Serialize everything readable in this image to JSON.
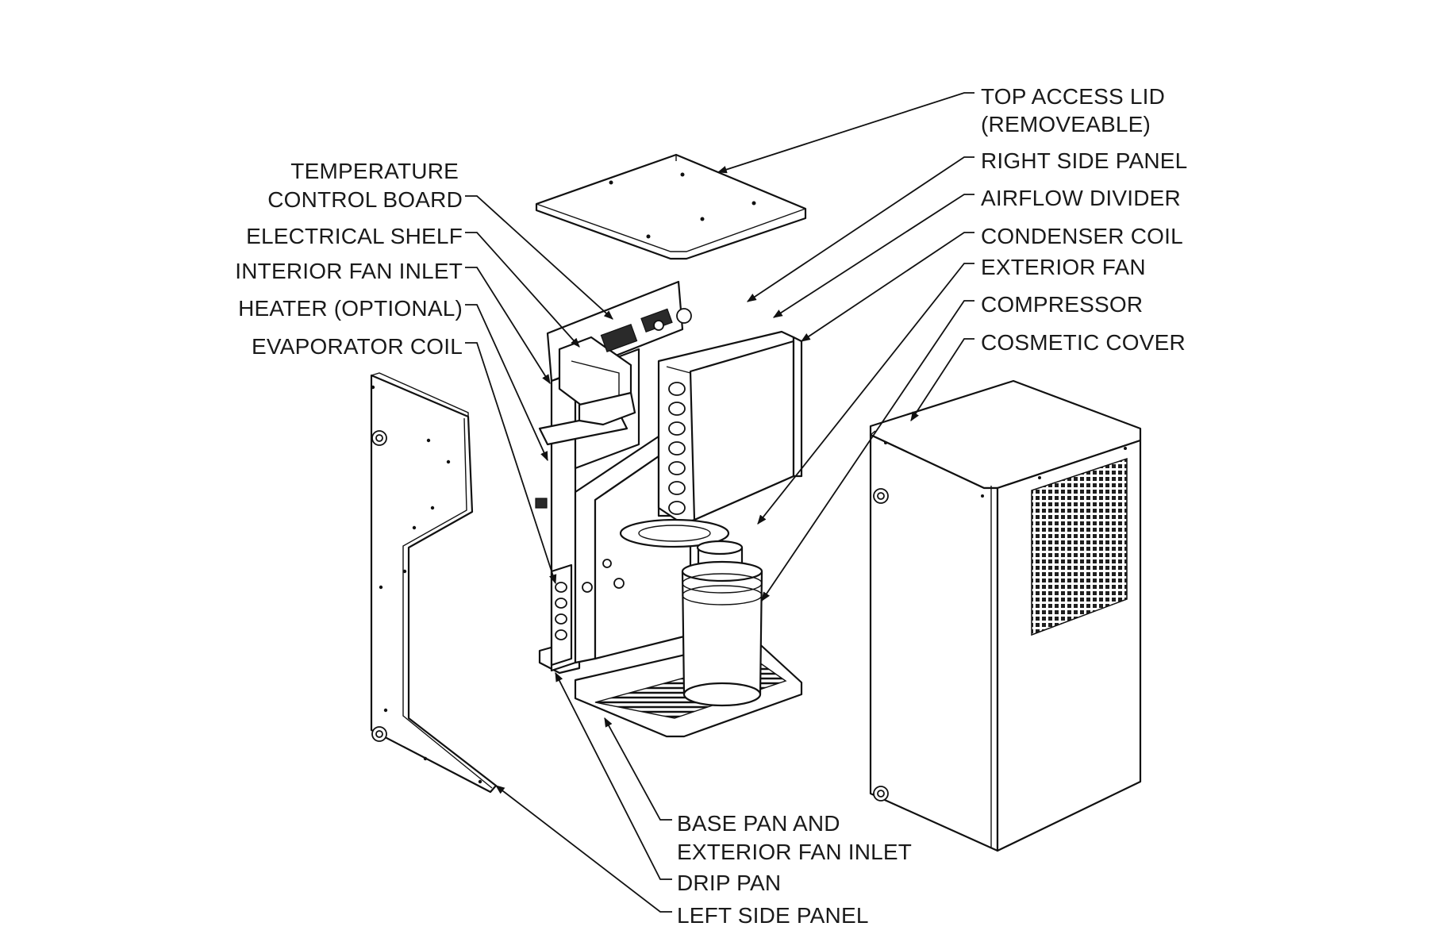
{
  "labels": {
    "top_access_lid_1": "TOP ACCESS LID",
    "top_access_lid_2": "(REMOVEABLE)",
    "right_side_panel": "RIGHT SIDE PANEL",
    "airflow_divider": "AIRFLOW DIVIDER",
    "condenser_coil": "CONDENSER COIL",
    "exterior_fan": "EXTERIOR FAN",
    "compressor": "COMPRESSOR",
    "cosmetic_cover": "COSMETIC COVER",
    "temperature_control_board_1": "TEMPERATURE",
    "temperature_control_board_2": "CONTROL BOARD",
    "electrical_shelf": "ELECTRICAL SHELF",
    "interior_fan_inlet": "INTERIOR FAN INLET",
    "heater": "HEATER (OPTIONAL)",
    "evaporator_coil": "EVAPORATOR COIL",
    "base_pan_1": "BASE PAN AND",
    "base_pan_2": "EXTERIOR FAN INLET",
    "drip_pan": "DRIP PAN",
    "left_side_panel": "LEFT SIDE PANEL"
  }
}
